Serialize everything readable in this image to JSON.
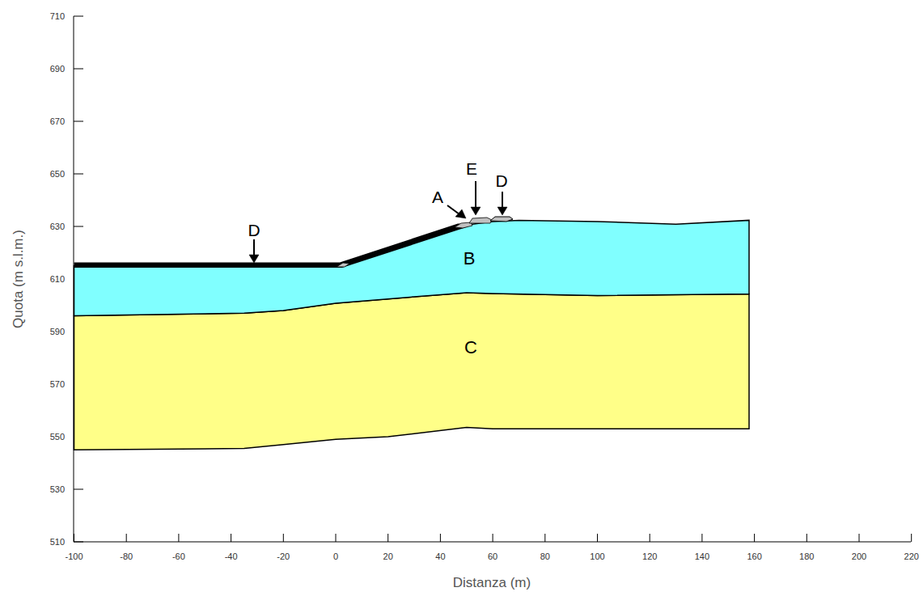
{
  "diagram": {
    "nodes": [
      {
        "text": [
          "B"
        ]
      },
      {
        "text": [
          "C"
        ]
      }
    ],
    "labels": [
      "710",
      "690",
      "670",
      "650",
      "630",
      "610",
      "590",
      "570",
      "550",
      "530",
      "510",
      "-100",
      "-80",
      "-60",
      "-40",
      "-20",
      "0",
      "20",
      "40",
      "60",
      "80",
      "100",
      "120",
      "140",
      "160",
      "180",
      "200",
      "220",
      "Quota (m s.l.m.)",
      "Distanza (m)",
      "E",
      "D",
      "A",
      "D"
    ]
  }
}
